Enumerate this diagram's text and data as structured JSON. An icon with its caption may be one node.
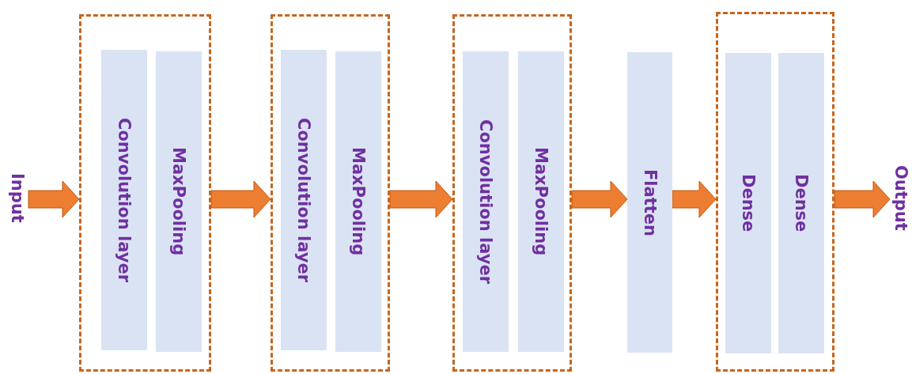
{
  "diagram": {
    "nodes": [
      {
        "text": [
          "Input"
        ]
      },
      {
        "text": [],
        "shape": "box"
      },
      {
        "text": [
          "Convolution layer"
        ],
        "in": 1
      },
      {
        "text": [
          "MaxPooling"
        ],
        "in": 1
      },
      {
        "text": [],
        "shape": "box"
      },
      {
        "text": [
          "Convolution layer"
        ],
        "in": 4
      },
      {
        "text": [
          "MaxPooling"
        ],
        "in": 4
      },
      {
        "text": [],
        "shape": "box"
      },
      {
        "text": [
          "Convolution layer"
        ],
        "in": 7
      },
      {
        "text": [
          "MaxPooling"
        ],
        "in": 7
      },
      {
        "text": [
          "Flatten"
        ]
      },
      {
        "text": [],
        "shape": "box"
      },
      {
        "text": [
          "Dense"
        ],
        "in": 11
      },
      {
        "text": [
          "Dense"
        ],
        "in": 11
      },
      {
        "text": [
          "Output"
        ]
      }
    ],
    "edges": [
      {
        "from": 0,
        "to": 1,
        "arrow": "to"
      },
      {
        "from": 1,
        "to": 4,
        "arrow": "to"
      },
      {
        "from": 4,
        "to": 7,
        "arrow": "to"
      },
      {
        "from": 7,
        "to": 10,
        "arrow": "to"
      },
      {
        "from": 10,
        "to": 11,
        "arrow": "to"
      },
      {
        "from": 11,
        "to": 14,
        "arrow": "to"
      }
    ]
  }
}
